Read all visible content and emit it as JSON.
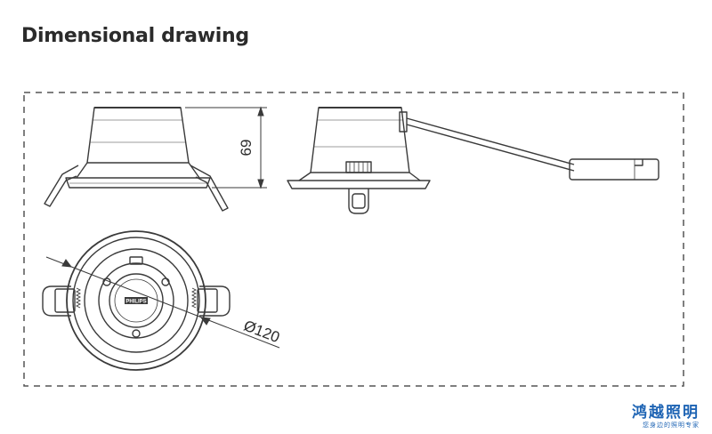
{
  "title": "Dimensional drawing",
  "dimensions": {
    "height_label": "69",
    "diameter_label": "Ø120"
  },
  "brand_mark_text": "PHILIPS",
  "watermark": {
    "name": "鸿越照明",
    "tagline": "您身边的照明专家"
  },
  "colors": {
    "line": "#3a3a3a",
    "frame": "#555555",
    "watermark": "#1e64b4"
  }
}
